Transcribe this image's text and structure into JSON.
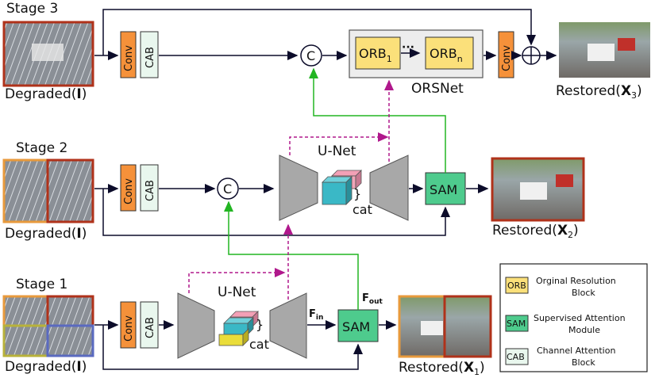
{
  "stages": {
    "stage3": "Stage 3",
    "stage2": "Stage 2",
    "stage1": "Stage 1"
  },
  "inputs": {
    "degraded_label": "Degraded(",
    "degraded_var": "I",
    "degraded_close": ")"
  },
  "outputs": {
    "restored_x3": "Restored(",
    "x3_var": "X",
    "x3_sub": "3",
    "restored_x2": "Restored(",
    "x2_var": "X",
    "x2_sub": "2",
    "restored_x1": "Restored(",
    "x1_var": "X",
    "x1_sub": "1",
    "close": ")"
  },
  "modules": {
    "conv": "Conv",
    "cab": "CAB",
    "concat": "C",
    "orb": "ORB",
    "orb_sub_1": "1",
    "orb_sub_n": "n",
    "orb_dots": "···",
    "orsnet": "ORSNet",
    "unet": "U-Net",
    "sam": "SAM",
    "cat": "cat",
    "f_in": "F",
    "f_in_sub": "in",
    "f_out": "F",
    "f_out_sub": "out",
    "plus": "+"
  },
  "legend": [
    {
      "abbr": "ORB",
      "line1": "Orginal Resolution",
      "line2": "Block",
      "color": "#fbe07a"
    },
    {
      "abbr": "SAM",
      "line1": "Supervised Attention",
      "line2": "Module",
      "color": "#4ecb8d"
    },
    {
      "abbr": "CAB",
      "line1": "Channel Attention",
      "line2": "Block",
      "color": "#e9f7ee"
    }
  ],
  "colors": {
    "conv": "#f5913a",
    "cab": "#e9f7ee",
    "orb": "#fbe07a",
    "sam": "#4ecb8d",
    "unet": "#a8a8a8",
    "arrow": "#0c0c2a",
    "green_arrow": "#22b522",
    "magenta_arrow": "#b0188c",
    "frame_red": "#b0321a",
    "frame_orange": "#e89a3c",
    "frame_olive": "#b8b23a",
    "frame_blue": "#5a6ac0"
  }
}
